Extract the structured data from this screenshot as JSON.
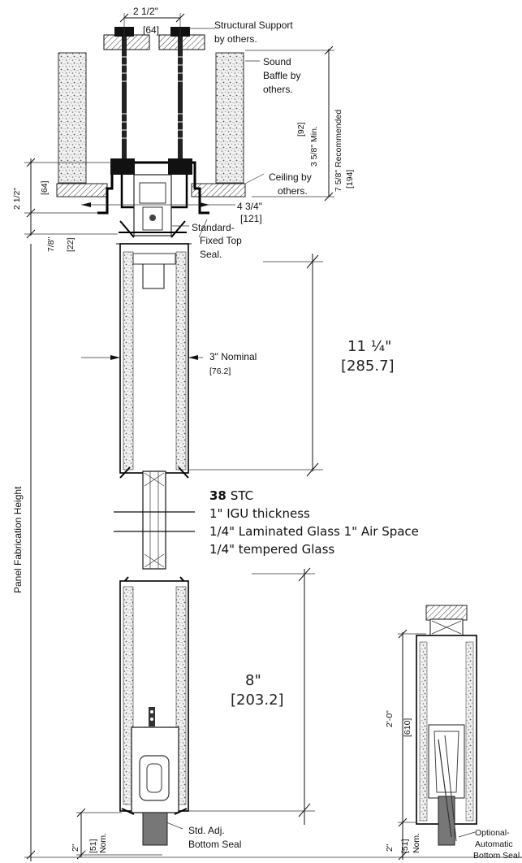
{
  "labels": {
    "top_width_dim": "2 1/2\"",
    "top_width_metric": "[64]",
    "structural_support": [
      "Structural Support",
      "by others."
    ],
    "sound_baffle": [
      "Sound",
      "Baffle by",
      "others."
    ],
    "ceiling": [
      "Ceiling by",
      "others."
    ],
    "top_seal": [
      "Standard-",
      "Fixed Top",
      "Seal."
    ],
    "dim_4_3_4": "4 3/4\"",
    "dim_121": "[121]",
    "dim_92": "[92]",
    "dim_3_5_8": "3 5/8\" Min.",
    "dim_7_5_8": "7 5/8\" Recommended",
    "dim_194": "[194]",
    "left_2_1_2": "2 1/2\"",
    "left_64": "[64]",
    "left_7_8": "7/8\"",
    "left_22": "[22]",
    "panel_height": "Panel Fabrication Height",
    "nominal_3": "3\" Nominal",
    "nominal_762": "[76.2]",
    "upper_dim": "11 ¼\"",
    "upper_dim_metric": "[285.7]",
    "lower_dim": "8\"",
    "lower_dim_metric": "[203.2]",
    "bottom_2": "2\"",
    "bottom_51": "[51]",
    "bottom_nom": "Nom.",
    "bottom_seal": [
      "Std. Adj.",
      "Bottom Seal"
    ],
    "small_2_0": "2'-0\"",
    "small_610": "[610]",
    "small_2": "2\"",
    "small_51": "[51]",
    "small_nom": "Nom.",
    "optional_seal": [
      "Optional-",
      "Automatic",
      "Bottom Seal."
    ]
  },
  "spec": {
    "stc_value": "38",
    "stc_unit": "STC",
    "igu": "1\" IGU thickness",
    "glass_line": "1/4\" Laminated Glass  1\" Air Space",
    "tempered": "1/4\" tempered Glass"
  }
}
